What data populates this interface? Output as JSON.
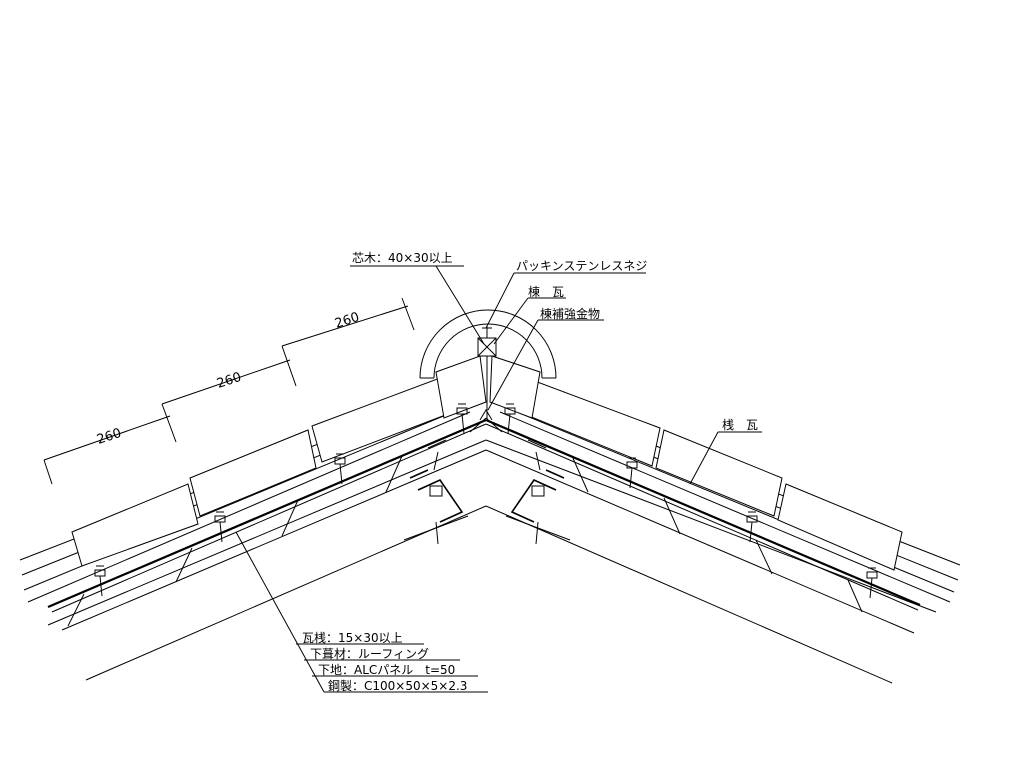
{
  "labels": {
    "core_wood": "芯木：40×30以上",
    "screw": "パッキンステンレスネジ",
    "ridge_tile": "棟　瓦",
    "ridge_bracket": "棟補強金物",
    "field_tile": "桟　瓦",
    "batten": "瓦桟：15×30以上",
    "underlay": "下葺材：ルーフィング",
    "base": "下地：ALCパネル　t=50",
    "steel": "鋼製：C100×50×5×2.3"
  },
  "dimensions": {
    "d1": "260",
    "d2": "260",
    "d3": "260"
  }
}
